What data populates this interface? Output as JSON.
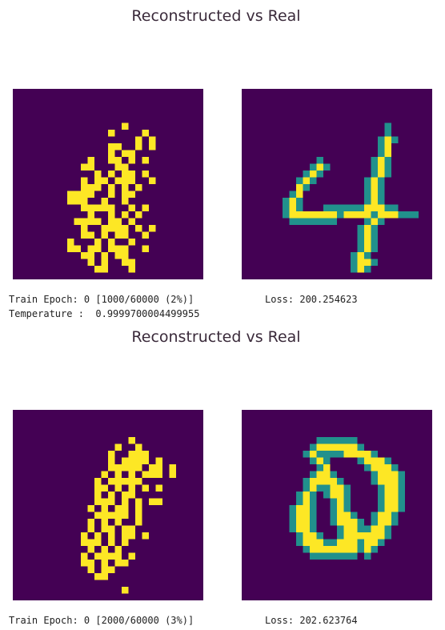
{
  "colors": {
    "background": "#440154",
    "binary_on": "#fde725",
    "edge_mid": "#21918c",
    "edge_soft": "#5ec962"
  },
  "outputs": [
    {
      "title": "Reconstructed vs Real",
      "train_line": "Train Epoch: 0 [1000/60000 (2%)]",
      "loss_line": "Loss: 200.254623",
      "temperature_line": "Temperature :  0.9999700004499955",
      "reconstructed_grid": [
        "............................",
        "............................",
        "............................",
        "............................",
        "............................",
        "................#...........",
        "..............#....#........",
        "..................#.#.......",
        "..............##..#.#.......",
        "..............#.##..........",
        "...........#..##.#.#........",
        "..........##...##...........",
        "............#.#.##.#........",
        "..........#.##.###..#.......",
        "..........###.#.#.#.........",
        "........####..#.##..........",
        "........###..#..#...........",
        "..........#####..#.#........",
        "...........#..#.#.#.........",
        ".........####.##.#..........",
        "..........#..####.#.#.......",
        "..........##.#.##..#........",
        "........#...#.#..#..........",
        "........##.##.###..#........",
        "..........##.#.##...........",
        "...........#.#..##..........",
        "............##...#..........",
        "............................"
      ],
      "real_grid": [
        "............................",
        "............................",
        "............................",
        "............................",
        "............................",
        ".....................m......",
        ".....................m......",
        "....................m#m.....",
        "....................m#......",
        "....................m#......",
        "...........m.......m#m......",
        "..........m#m......m#m......",
        ".........m#m.......m#m......",
        "........m#m.......m#m.......",
        "........#m........m#m.......",
        ".......m#.........m#m.......",
        "......m#m.........m#m.......",
        "......m#m...mmmmmm###mm.....",
        "......m#######m####m###mmm..",
        ".......mmmmmmm....m#m.......",
        ".................m#m........",
        ".................m#m........",
        ".................m#m........",
        ".................m#m........",
        "................m#m.........",
        "................m##m........",
        "................m#m.........",
        "............................"
      ]
    },
    {
      "title": "Reconstructed vs Real",
      "train_line": "Train Epoch: 0 [2000/60000 (3%)]",
      "loss_line": "Loss: 202.623764",
      "reconstructed_grid": [
        "............................",
        "............................",
        "............................",
        "............................",
        ".................#..........",
        "...............#..#.........",
        "..............#..###........",
        "..............#.####.#......",
        "..............#####.##.#....",
        ".............#.#.#.###.#....",
        "............#.#####.........",
        "............##.#.#.#.#......",
        "............#.#.##..........",
        "............###.#.#.##......",
        "...........#.#.##.#.........",
        "............#####.#.........",
        "...........#.#.#..#.........",
        "...........#.##.##..........",
        "..........#.#.#.##.#........",
        "..........###.#.#...........",
        "...........#.#.#............",
        "..........#.####.#..........",
        "..........##.#.##...........",
        "...........#.##.............",
        "............##..............",
        "............................",
        "................#...........",
        "............................"
      ],
      "real_grid": [
        "............................",
        "............................",
        "............................",
        "............................",
        "...........mmmmmm...........",
        "..........m######m..........",
        ".........m#mmmm####m........",
        "..........m#m....m###m......",
        "...........m#.....m###m.....",
        "..........m##m.....m###m....",
        ".........m####m....m###m....",
        ".........m#mm##m....m##m....",
        "........m#m.m##m....m##m....",
        "........m#m..m#m....m##m....",
        ".......m##m..m#m....m##m....",
        ".......m##m..m##m..m##m.....",
        ".......m##m..m###m.m##m.....",
        ".......m##m...m##mm##m......",
        "........m##m..m######m......",
        "........m###mm###m##m.......",
        ".........m#######m#m........",
        "..........mmmmmmm.m.........",
        "............................",
        "............................",
        "............................",
        "............................",
        "............................",
        "............................"
      ]
    }
  ]
}
